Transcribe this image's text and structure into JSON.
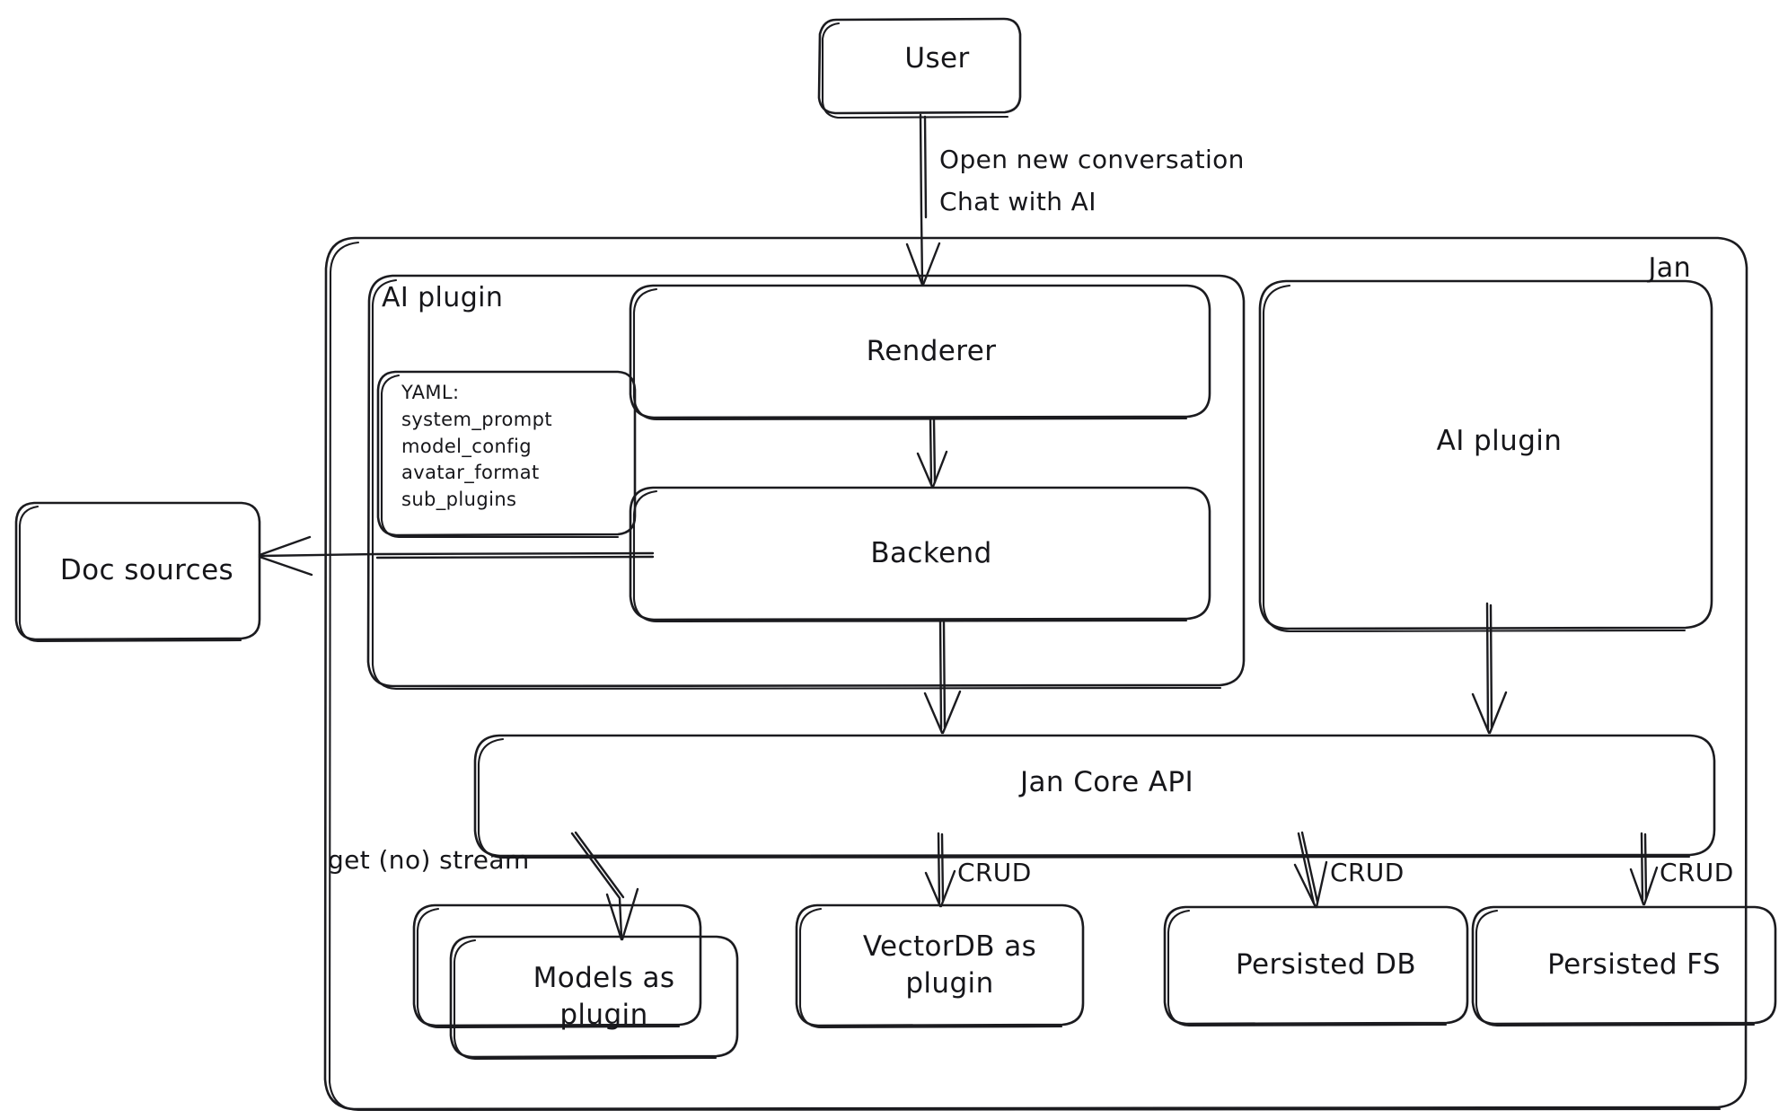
{
  "diagram": {
    "title": "Jan architecture diagram",
    "style": "hand-drawn",
    "stroke_color": "#1b1b1f",
    "background_color": "#ffffff"
  },
  "containers": {
    "jan": {
      "label": "Jan"
    },
    "ai_plugin_group": {
      "label": "AI plugin"
    }
  },
  "nodes": {
    "user": {
      "label": "User"
    },
    "renderer": {
      "label": "Renderer"
    },
    "backend": {
      "label": "Backend"
    },
    "ai_plugin": {
      "label": "AI plugin"
    },
    "doc_sources": {
      "label": "Doc sources"
    },
    "jan_core_api": {
      "label": "Jan Core API"
    },
    "models_plugin": {
      "label": "Models as\nplugin"
    },
    "vectordb_plugin": {
      "label": "VectorDB as\nplugin"
    },
    "persisted_db": {
      "label": "Persisted DB"
    },
    "persisted_fs": {
      "label": "Persisted FS"
    }
  },
  "yaml_note": {
    "title": "YAML:",
    "lines": [
      "system_prompt",
      "model_config",
      "avatar_format",
      "sub_plugins"
    ],
    "text": "YAML:\nsystem_prompt\nmodel_config\navatar_format\nsub_plugins"
  },
  "edges": [
    {
      "id": "user-renderer",
      "from": "user",
      "to": "renderer",
      "label": "Open new conversation\nChat with AI"
    },
    {
      "id": "renderer-backend",
      "from": "renderer",
      "to": "backend",
      "label": ""
    },
    {
      "id": "backend-doc-sources",
      "from": "backend",
      "to": "doc_sources",
      "label": ""
    },
    {
      "id": "backend-core",
      "from": "backend",
      "to": "jan_core_api",
      "label": ""
    },
    {
      "id": "aiplugin-core",
      "from": "ai_plugin",
      "to": "jan_core_api",
      "label": ""
    },
    {
      "id": "core-models",
      "from": "jan_core_api",
      "to": "models_plugin",
      "label": "get (no) stream"
    },
    {
      "id": "core-vectordb",
      "from": "jan_core_api",
      "to": "vectordb_plugin",
      "label": "CRUD"
    },
    {
      "id": "core-persisted-db",
      "from": "jan_core_api",
      "to": "persisted_db",
      "label": "CRUD"
    },
    {
      "id": "core-persisted-fs",
      "from": "jan_core_api",
      "to": "persisted_fs",
      "label": "CRUD"
    }
  ],
  "edge_labels": {
    "user_to_renderer_line1": "Open new conversation",
    "user_to_renderer_line2": "Chat with AI",
    "get_no_stream": "get (no) stream",
    "crud_vectordb": "CRUD",
    "crud_persisted_db": "CRUD",
    "crud_persisted_fs": "CRUD"
  }
}
